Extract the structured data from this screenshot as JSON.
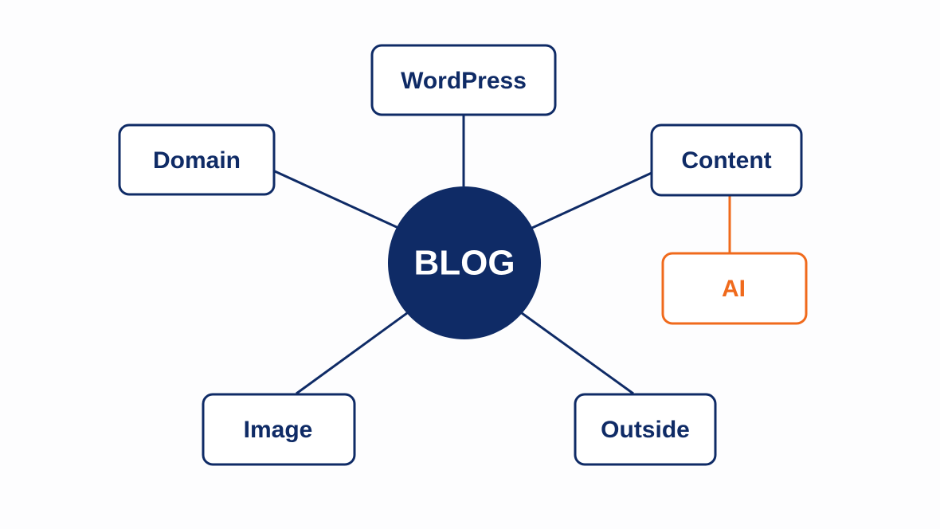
{
  "colors": {
    "background": "#fdfdfe",
    "primary": "#0f2b66",
    "accent": "#f06a1c",
    "on_primary": "#ffffff"
  },
  "hub": {
    "label": "BLOG"
  },
  "nodes": {
    "wordpress": {
      "label": "WordPress"
    },
    "domain": {
      "label": "Domain"
    },
    "content": {
      "label": "Content"
    },
    "ai": {
      "label": "AI"
    },
    "image": {
      "label": "Image"
    },
    "outside": {
      "label": "Outside"
    }
  }
}
